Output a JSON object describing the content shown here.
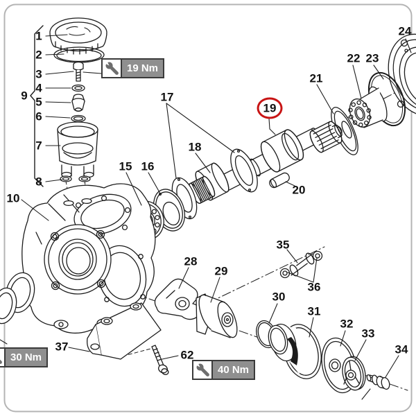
{
  "page": {
    "background": "#ffffff",
    "frame_color": "#b4b4b4",
    "line_color": "#1c1c1c",
    "highlight_color": "#c81414"
  },
  "diagram": {
    "kind": "exploded-parts-diagram",
    "highlighted_part": "19",
    "callouts": [
      {
        "num": "1"
      },
      {
        "num": "2"
      },
      {
        "num": "3"
      },
      {
        "num": "4"
      },
      {
        "num": "5"
      },
      {
        "num": "6"
      },
      {
        "num": "7"
      },
      {
        "num": "8"
      },
      {
        "num": "9"
      },
      {
        "num": "10"
      },
      {
        "num": "15"
      },
      {
        "num": "16"
      },
      {
        "num": "17"
      },
      {
        "num": "18"
      },
      {
        "num": "19"
      },
      {
        "num": "20"
      },
      {
        "num": "21"
      },
      {
        "num": "22"
      },
      {
        "num": "23"
      },
      {
        "num": "24"
      },
      {
        "num": "28"
      },
      {
        "num": "29"
      },
      {
        "num": "30"
      },
      {
        "num": "31"
      },
      {
        "num": "32"
      },
      {
        "num": "33"
      },
      {
        "num": "34"
      },
      {
        "num": "35"
      },
      {
        "num": "36"
      },
      {
        "num": "37"
      },
      {
        "num": "62"
      }
    ],
    "badges": {
      "b19": {
        "label": "19 Nm"
      },
      "b30": {
        "label": "30 Nm"
      },
      "b40": {
        "label": "40 Nm"
      }
    }
  }
}
